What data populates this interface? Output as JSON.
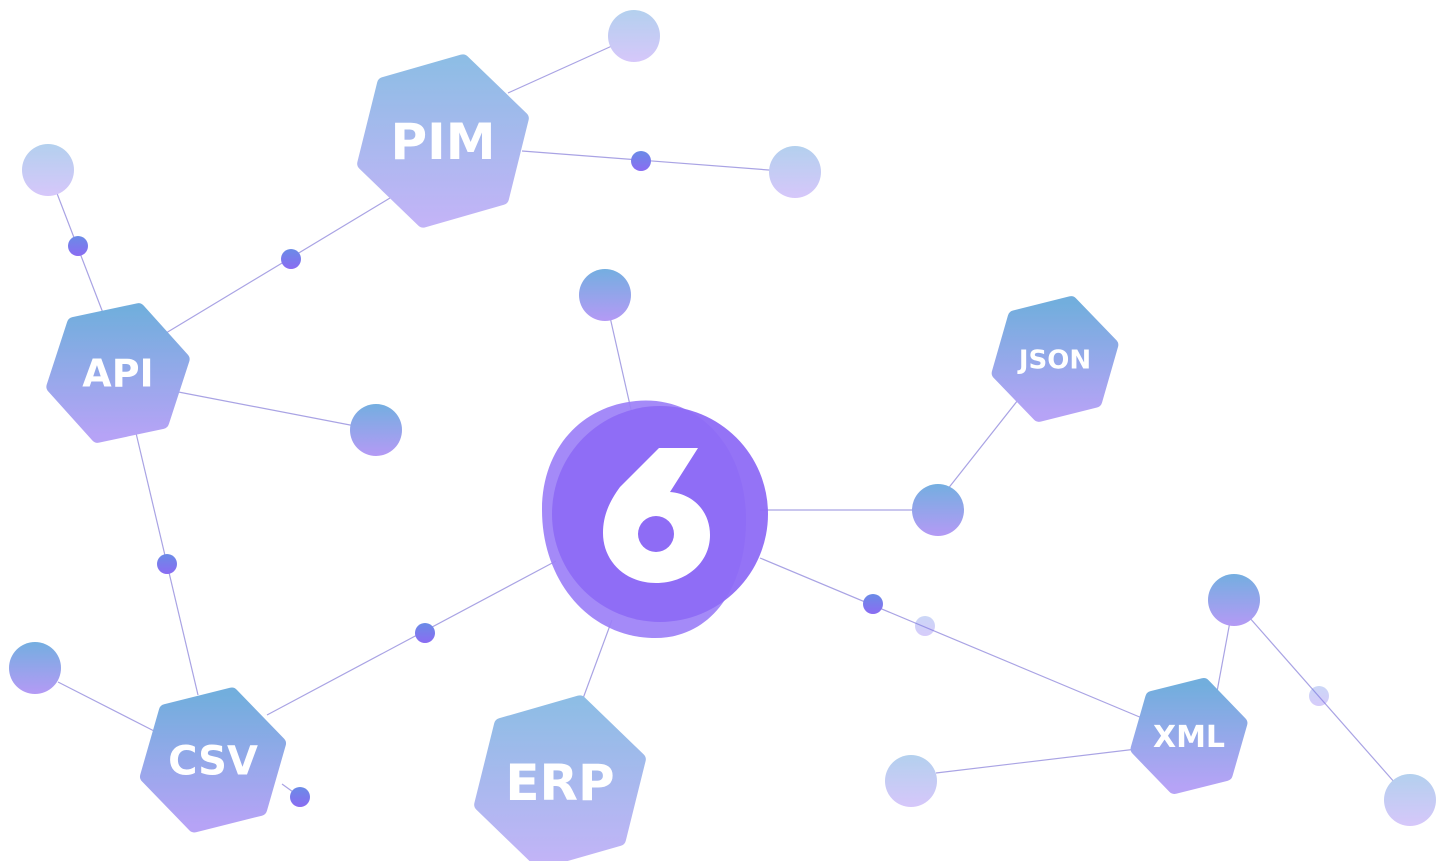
{
  "hub": {
    "glyph": "6",
    "color": "#8b6cf6"
  },
  "nodes": [
    {
      "id": "pim",
      "label": "PIM"
    },
    {
      "id": "api",
      "label": "API"
    },
    {
      "id": "csv",
      "label": "CSV"
    },
    {
      "id": "erp",
      "label": "ERP"
    },
    {
      "id": "json",
      "label": "JSON"
    },
    {
      "id": "xml",
      "label": "XML"
    }
  ],
  "colors": {
    "hex_top": "#72aedd",
    "hex_bottom": "#b6a3f6",
    "hex_light_top": "#8ebde5",
    "hex_light_bottom": "#c2b4f7",
    "edge": "#a9a3e4",
    "dot_top": "#6a8be6",
    "dot_bottom": "#8a6cf2",
    "circle_pale_top": "#b3d0ee",
    "circle_pale_bottom": "#d6c7fa",
    "circle_vivid_top": "#74aee0",
    "circle_vivid_bottom": "#b49af5"
  }
}
